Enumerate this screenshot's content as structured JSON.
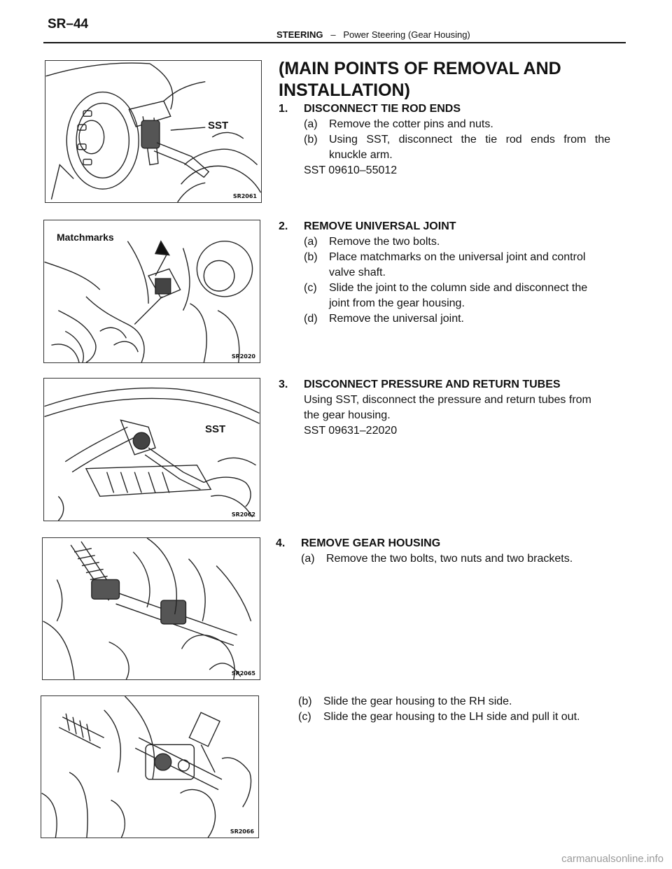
{
  "header": {
    "page_code": "SR–44",
    "section": "STEERING",
    "dash": "–",
    "subsection": "Power Steering (Gear Housing)"
  },
  "title_line1": "(MAIN POINTS OF REMOVAL AND",
  "title_line2": "INSTALLATION)",
  "figures": [
    {
      "code": "SR2061",
      "label": "SST"
    },
    {
      "code": "SR2020",
      "label": "Matchmarks"
    },
    {
      "code": "SR2062",
      "label": "SST"
    },
    {
      "code": "SR2065"
    },
    {
      "code": "SR2066"
    }
  ],
  "steps": {
    "s1": {
      "num": "1.",
      "title": "DISCONNECT TIE ROD ENDS",
      "a_n": "(a)",
      "a": "Remove the cotter pins and nuts.",
      "b_n": "(b)",
      "b1": "Using SST, disconnect the tie rod ends from the",
      "b2": "knuckle arm.",
      "sst": "SST  09610–55012"
    },
    "s2": {
      "num": "2.",
      "title": "REMOVE UNIVERSAL JOINT",
      "a_n": "(a)",
      "a": "Remove the two bolts.",
      "b_n": "(b)",
      "b1": "Place matchmarks on the universal joint and control",
      "b2": "valve shaft.",
      "c_n": "(c)",
      "c1": "Slide the joint to the column side and disconnect the",
      "c2": "joint from the gear housing.",
      "d_n": "(d)",
      "d": "Remove the universal joint."
    },
    "s3": {
      "num": "3.",
      "title": "DISCONNECT PRESSURE AND RETURN TUBES",
      "l1": "Using SST, disconnect the pressure and return tubes from",
      "l2": "the gear housing.",
      "sst": "SST  09631–22020"
    },
    "s4": {
      "num": "4.",
      "title": "REMOVE GEAR HOUSING",
      "a_n": "(a)",
      "a": "Remove the two bolts, two nuts and two brackets.",
      "b_n": "(b)",
      "b": "Slide the gear housing to the RH side.",
      "c_n": "(c)",
      "c": "Slide the gear housing to the LH side and pull it out."
    }
  },
  "footer": "carmanualsonline.info"
}
